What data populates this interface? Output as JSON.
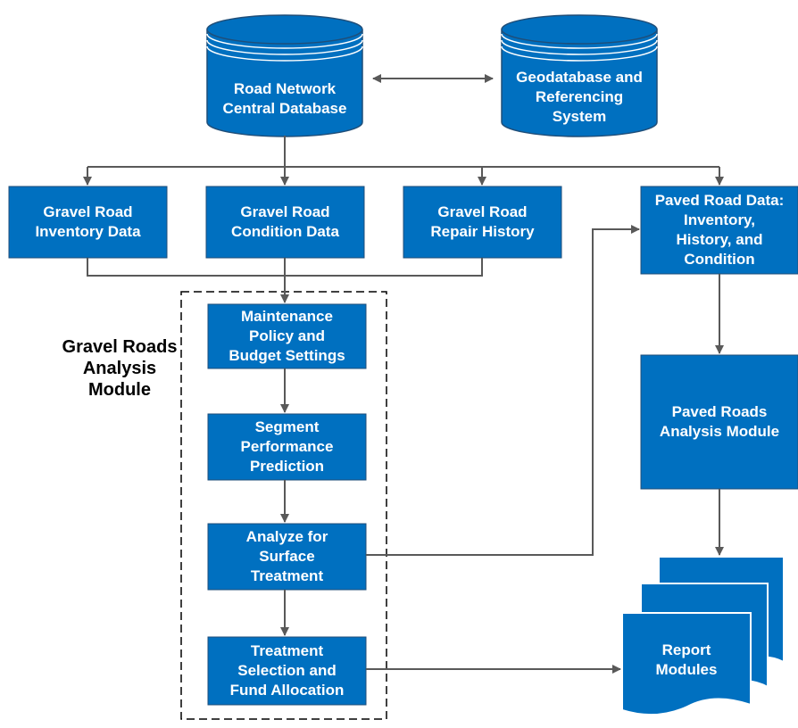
{
  "colors": {
    "box_fill": "#0070c0",
    "box_stroke": "#1f4e79",
    "arrow": "#595959",
    "text_on_box": "#ffffff",
    "label_text": "#000000"
  },
  "databases": {
    "central": "Road Network\nCentral Database",
    "geo": "Geodatabase and\nReferencing\nSystem"
  },
  "data_boxes": {
    "inventory": "Gravel Road\nInventory Data",
    "condition": "Gravel Road\nCondition Data",
    "repair": "Gravel Road\nRepair History",
    "paved": "Paved Road Data:\nInventory,\nHistory, and\nCondition"
  },
  "module": {
    "label": "Gravel Roads\nAnalysis\nModule",
    "steps": {
      "maintenance": "Maintenance\nPolicy and\nBudget Settings",
      "segment": "Segment\nPerformance\nPrediction",
      "analyze": "Analyze for\nSurface\nTreatment",
      "treatment": "Treatment\nSelection and\nFund Allocation"
    }
  },
  "paved_module": "Paved Roads\nAnalysis Module",
  "report": "Report\nModules"
}
